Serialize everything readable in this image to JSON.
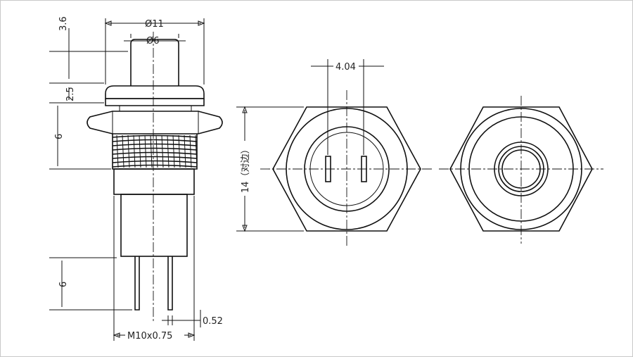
{
  "drawing": {
    "side_view": {
      "dim_outer_diameter": "Ø11",
      "dim_button_diameter": "Ø6",
      "dim_button_height": "3.6",
      "dim_cap_height": "2.5",
      "dim_thread_length": "6",
      "dim_pin_length": "6",
      "dim_pin_width": "0.52",
      "dim_thread_spec": "M10x0.75"
    },
    "rear_view": {
      "dim_pin_spacing": "4.04",
      "dim_hex_across_flats": "14（对边）"
    },
    "front_view": {}
  }
}
